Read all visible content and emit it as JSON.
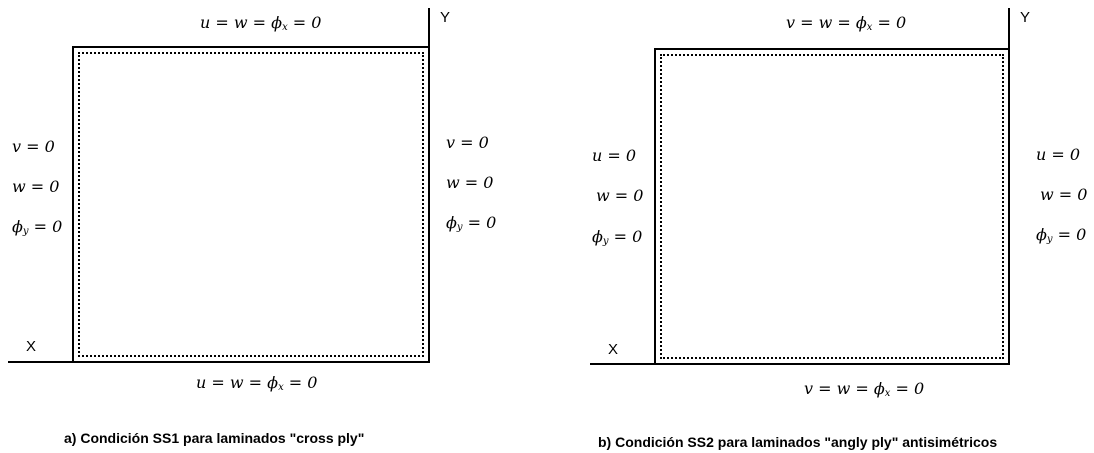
{
  "panel_a": {
    "axis_x": "X",
    "axis_y": "Y",
    "top_bc": "u = w = ϕ",
    "top_bc_sub": "x",
    "top_bc_tail": " = 0",
    "bottom_bc": "u = w = ϕ",
    "bottom_bc_sub": "x",
    "bottom_bc_tail": " = 0",
    "left_bc": [
      "v = 0",
      "w = 0"
    ],
    "left_phi": "ϕ",
    "left_phi_sub": "y",
    "left_phi_tail": " = 0",
    "right_bc": [
      "v = 0",
      "w = 0"
    ],
    "right_phi": "ϕ",
    "right_phi_sub": "y",
    "right_phi_tail": " = 0",
    "caption": "a) Condición SS1 para laminados \"cross ply\""
  },
  "panel_b": {
    "axis_x": "X",
    "axis_y": "Y",
    "top_bc": "v = w = ϕ",
    "top_bc_sub": "x",
    "top_bc_tail": " = 0",
    "bottom_bc": "v = w = ϕ",
    "bottom_bc_sub": "x",
    "bottom_bc_tail": " = 0",
    "left_bc": [
      "u = 0",
      "w = 0"
    ],
    "left_phi": "ϕ",
    "left_phi_sub": "y",
    "left_phi_tail": " = 0",
    "right_bc": [
      "u = 0",
      "w = 0"
    ],
    "right_phi": "ϕ",
    "right_phi_sub": "y",
    "right_phi_tail": " = 0",
    "caption": "b) Condición SS2 para laminados \"angly ply\" antisimétricos"
  }
}
